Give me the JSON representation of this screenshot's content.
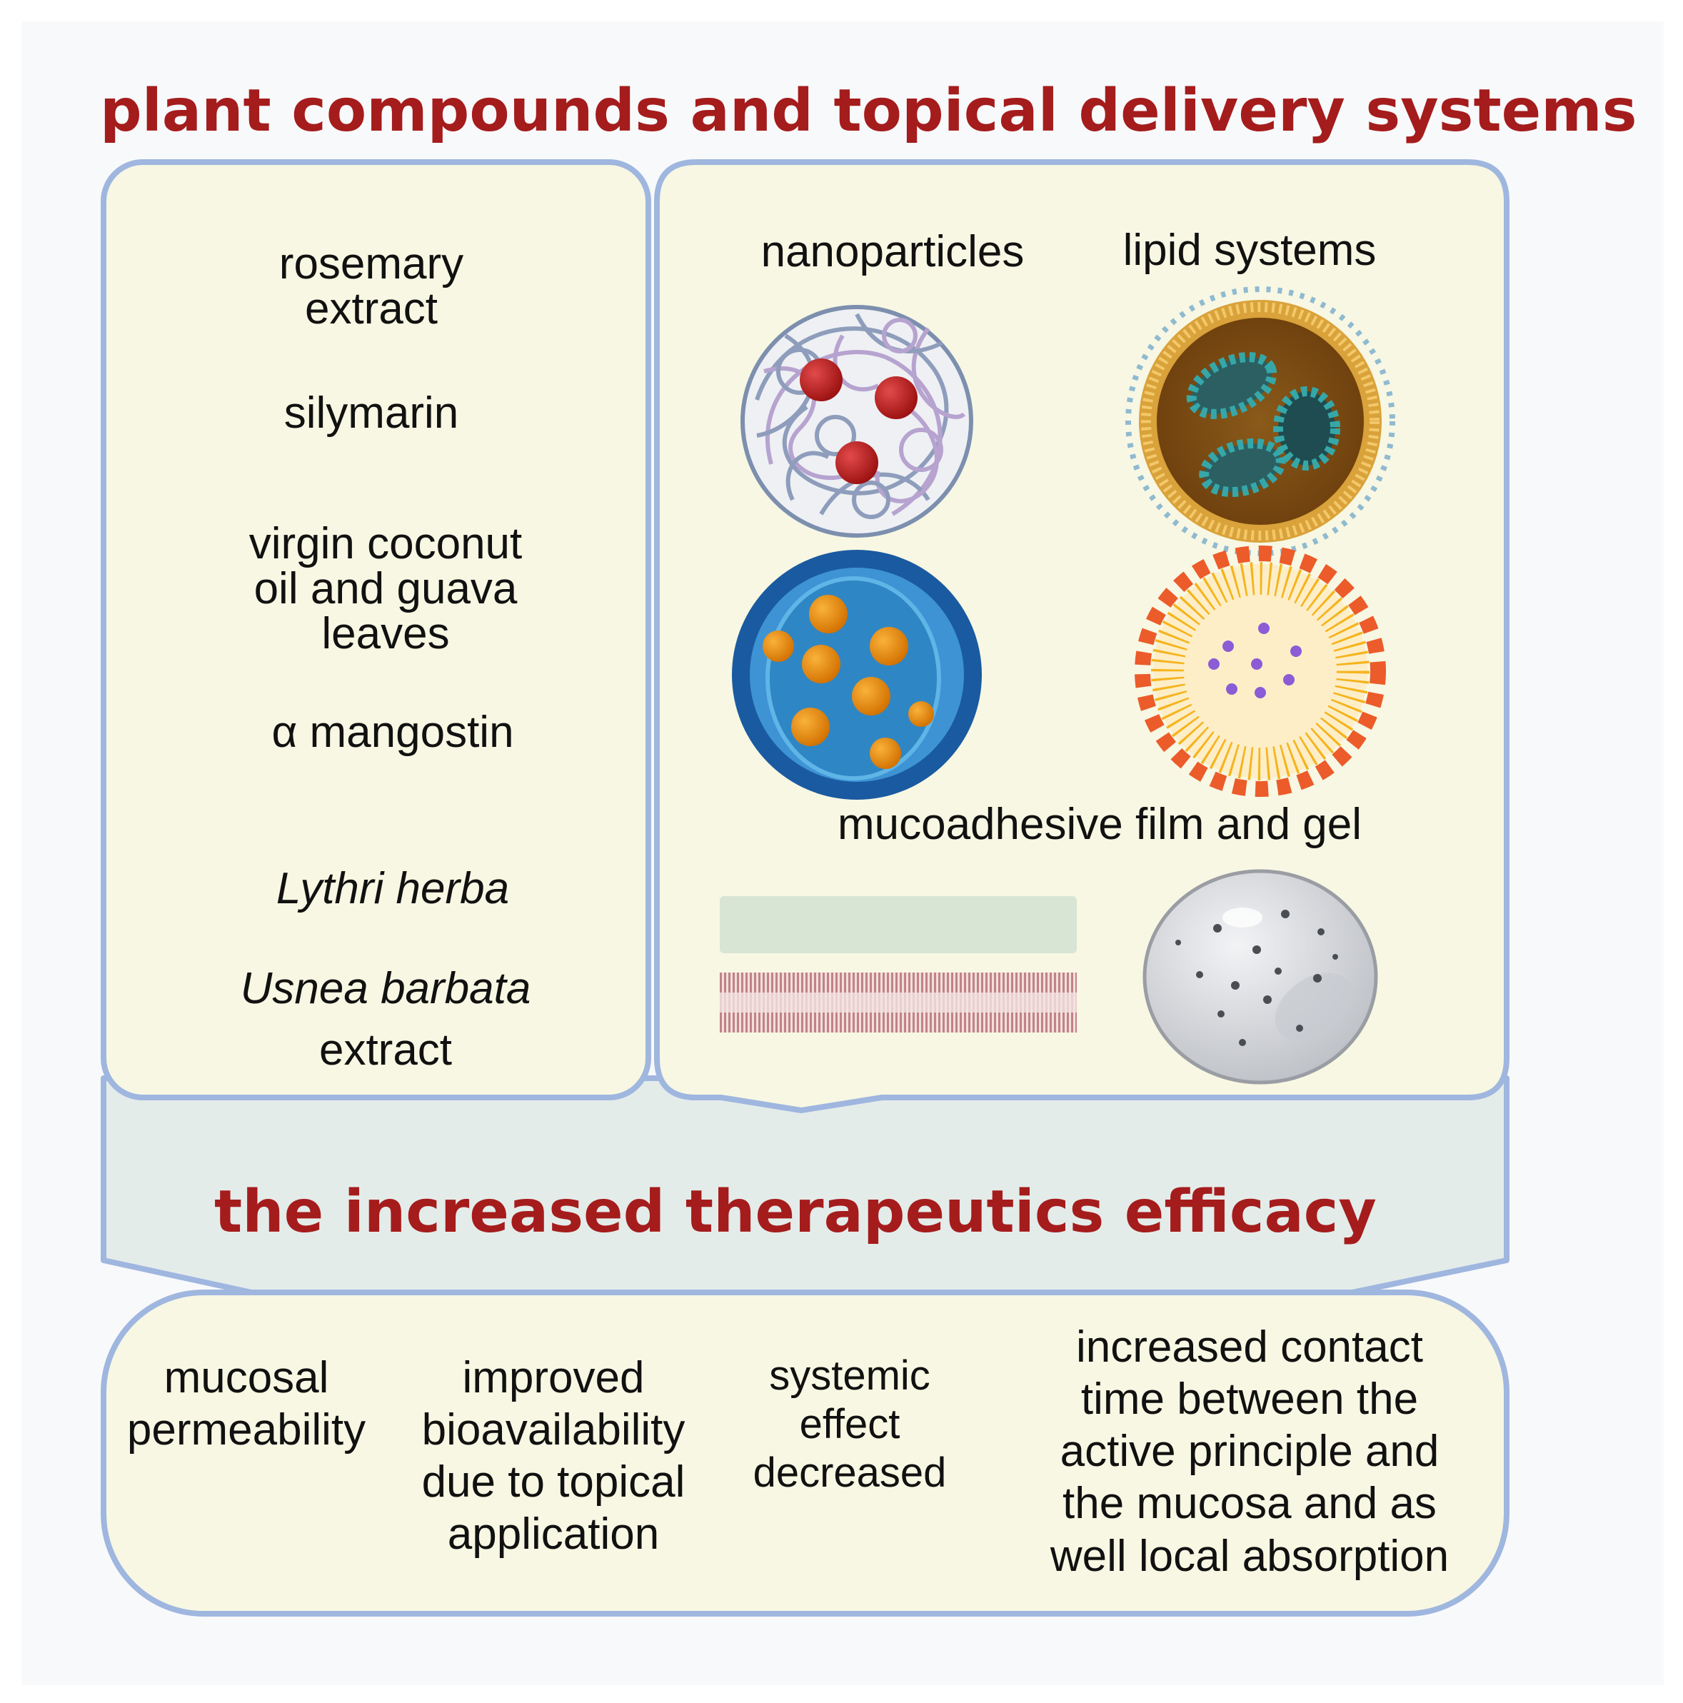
{
  "title": "plant compounds and topical delivery systems",
  "compounds": [
    "rosemary\nextract",
    "silymarin",
    "virgin coconut\noil and guava\nleaves",
    "α mangostin",
    "Lythri herba",
    "Usnea barbata",
    "extract"
  ],
  "delivery_systems": {
    "nanoparticles_label": "nanoparticles",
    "lipid_label": "lipid systems",
    "muco_label": "mucoadhesive film and gel"
  },
  "efficacy_title": "the increased therapeutics efficacy",
  "benefits": [
    "mucosal\npermeability",
    "improved\nbioavailability\ndue to topical\napplication",
    "systemic\neffect\ndecreased",
    "increased contact\ntime between the\nactive principle and\nthe mucosa and as\nwell local absorption"
  ],
  "colors": {
    "title_red": "#a51c1c",
    "panel_fill": "#f7f7e3",
    "panel_border": "#9fb6df",
    "arrow_fill": "#e4ecea"
  }
}
